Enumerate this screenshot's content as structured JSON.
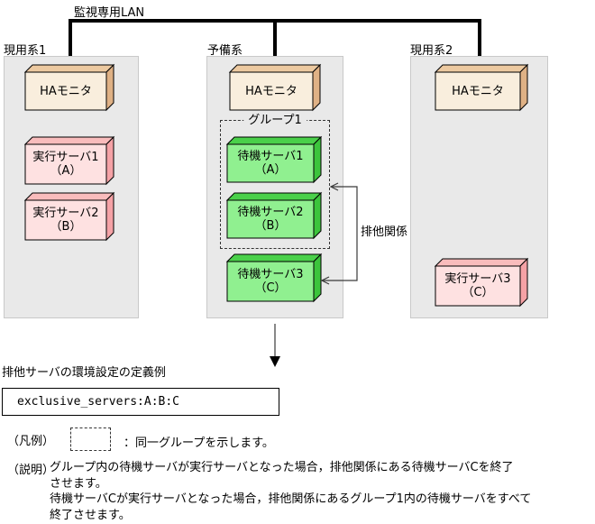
{
  "diagram": {
    "lan_label": "監視専用LAN",
    "exclusion_label": "排他関係",
    "group_label": "グループ1",
    "systems": [
      {
        "label": "現用系1",
        "ha_label": "HAモニタ",
        "servers": [
          {
            "line1": "実行サーバ1",
            "line2": "（A）"
          },
          {
            "line1": "実行サーバ2",
            "line2": "（B）"
          }
        ]
      },
      {
        "label": "予備系",
        "ha_label": "HAモニタ",
        "group_servers": [
          {
            "line1": "待機サーバ1",
            "line2": "（A）"
          },
          {
            "line1": "待機サーバ2",
            "line2": "（B）"
          }
        ],
        "standalone_server": {
          "line1": "待機サーバ3",
          "line2": "（C）"
        }
      },
      {
        "label": "現用系2",
        "ha_label": "HAモニタ",
        "servers": [
          {
            "line1": "実行サーバ3",
            "line2": "（C）"
          }
        ]
      }
    ]
  },
  "definition": {
    "heading": "排他サーバの環境設定の定義例",
    "code": "exclusive_servers:A:B:C"
  },
  "legend": {
    "label": "（凡例）",
    "description": "：同一グループを示します。"
  },
  "note": {
    "label": "（説明）",
    "lines": [
      "グループ内の待機サーバが実行サーバとなった場合，排他関係にある待機サーバCを終了",
      "させます。",
      "待機サーバCが実行サーバとなった場合，排他関係にあるグループ1内の待機サーバをすべて",
      "終了させます。"
    ]
  },
  "colors": {
    "panel_bg": "#e9e9e9",
    "ha_box_face": "#f9eedd",
    "exec_server_face": "#fee1e1",
    "standby_server_face": "#90f090",
    "lan_line": "#000000"
  }
}
